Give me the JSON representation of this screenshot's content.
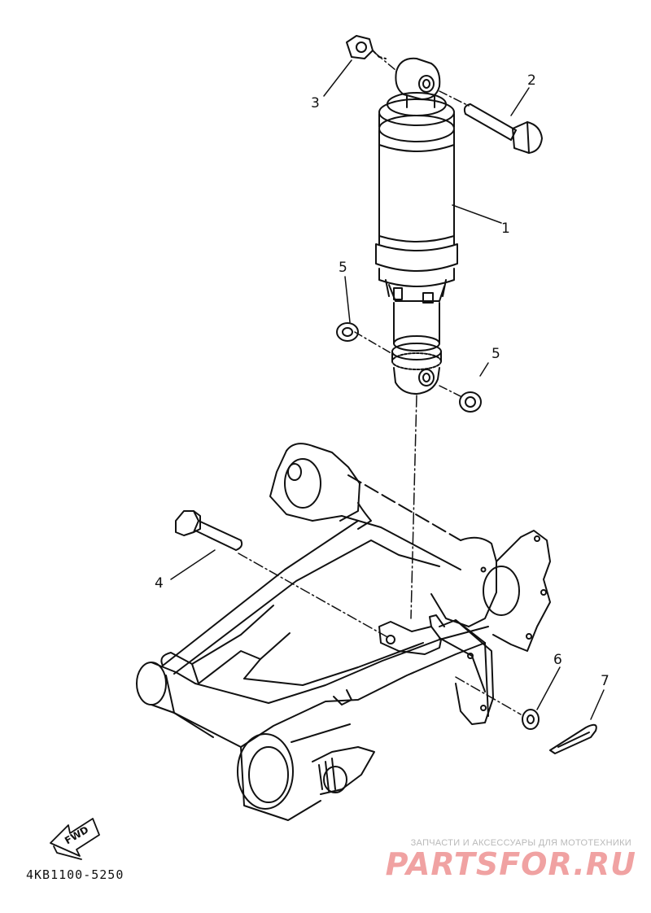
{
  "diagram": {
    "callouts": [
      "1",
      "2",
      "3",
      "4",
      "5",
      "5",
      "6",
      "7"
    ],
    "fwd_label": "FWD",
    "part_code": "4KB1100-5250"
  },
  "watermark": {
    "caption": "ЗАПЧАСТИ И АКСЕССУАРЫ ДЛЯ МОТОТЕХНИКИ",
    "logo": "PARTSFOR.RU",
    "color": "#f0a2a2"
  }
}
